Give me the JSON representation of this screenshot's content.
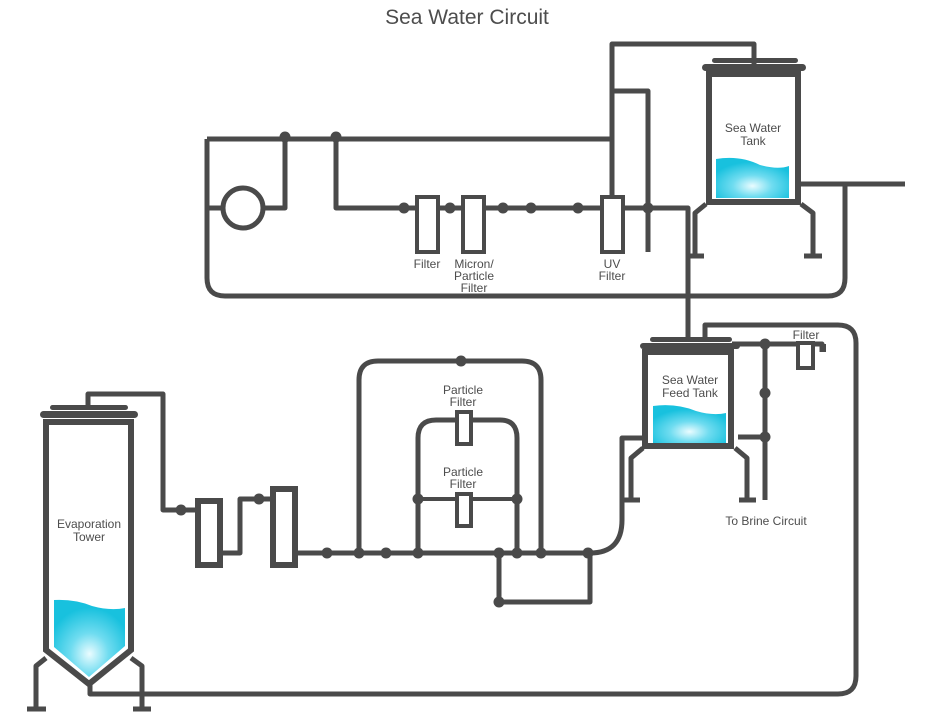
{
  "title": "Sea Water Circuit",
  "colors": {
    "pipe": "#4a4a4a",
    "water_edge": "#1cc3df",
    "water_center": "#e8fbff",
    "label": "#4d4d4d",
    "background": "#ffffff"
  },
  "components": {
    "sea_water_tank": {
      "line1": "Sea Water",
      "line2": "Tank"
    },
    "sea_water_feed_tank": {
      "line1": "Sea Water",
      "line2": "Feed Tank"
    },
    "evaporation_tower": {
      "line1": "Evaporation",
      "line2": "Tower"
    },
    "filter_1": {
      "label": "Filter"
    },
    "micron_filter": {
      "line1": "Micron/",
      "line2": "Particle",
      "line3": "Filter"
    },
    "uv_filter": {
      "line1": "UV",
      "line2": "Filter"
    },
    "particle_filter_upper": {
      "line1": "Particle",
      "line2": "Filter"
    },
    "particle_filter_lower": {
      "line1": "Particle",
      "line2": "Filter"
    },
    "feed_tank_filter": {
      "label": "Filter"
    },
    "brine_outlet": {
      "label": "To Brine Circuit"
    },
    "pump": {
      "icon": "pump-icon"
    }
  }
}
